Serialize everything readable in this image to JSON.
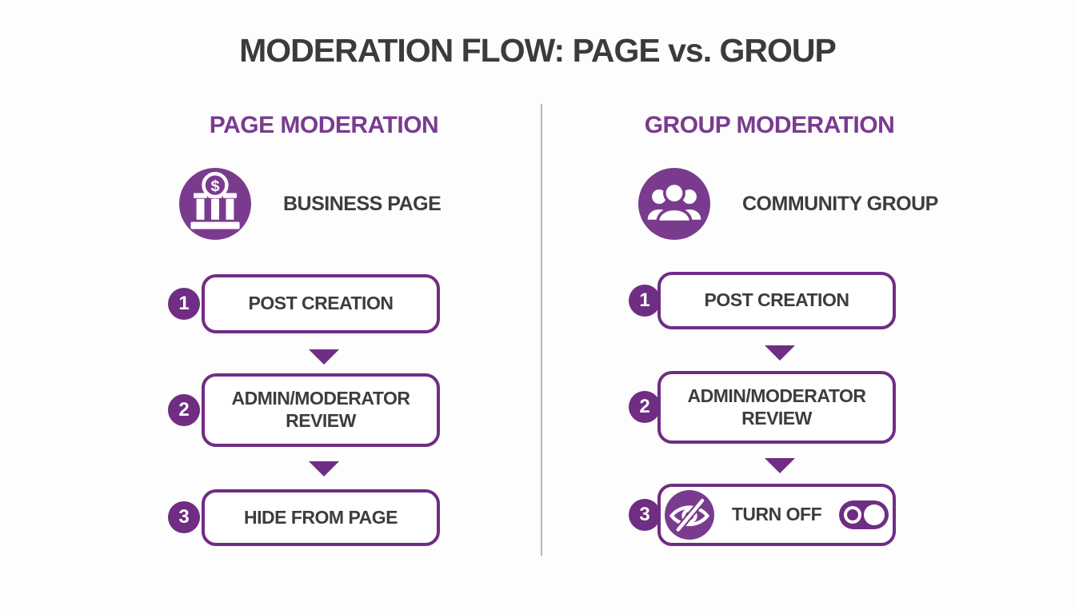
{
  "title": "MODERATION FLOW: PAGE vs. GROUP",
  "colors": {
    "purple": "#7a3b8f",
    "purple_border": "#6f2d83",
    "text_dark": "#3d3d3d",
    "heading_purple": "#7a3b8f",
    "divider_gray": "#b4b7ba",
    "background": "#fdfdfd"
  },
  "columns": [
    {
      "heading": "PAGE MODERATION",
      "entity": {
        "icon": "bank-dollar-icon",
        "label": "BUSINESS PAGE"
      },
      "steps": [
        {
          "number": "1",
          "label": "POST CREATION"
        },
        {
          "number": "2",
          "label": "ADMIN/MODERATOR REVIEW"
        },
        {
          "number": "3",
          "label": "HIDE FROM PAGE"
        }
      ]
    },
    {
      "heading": "GROUP MODERATION",
      "entity": {
        "icon": "people-group-icon",
        "label": "COMMUNITY GROUP"
      },
      "steps": [
        {
          "number": "1",
          "label": "POST CREATION"
        },
        {
          "number": "2",
          "label": "ADMIN/MODERATOR REVIEW"
        },
        {
          "number": "3",
          "label": "TURN OFF",
          "icon": "eye-slash-icon",
          "toggle_state": "on"
        }
      ]
    }
  ]
}
